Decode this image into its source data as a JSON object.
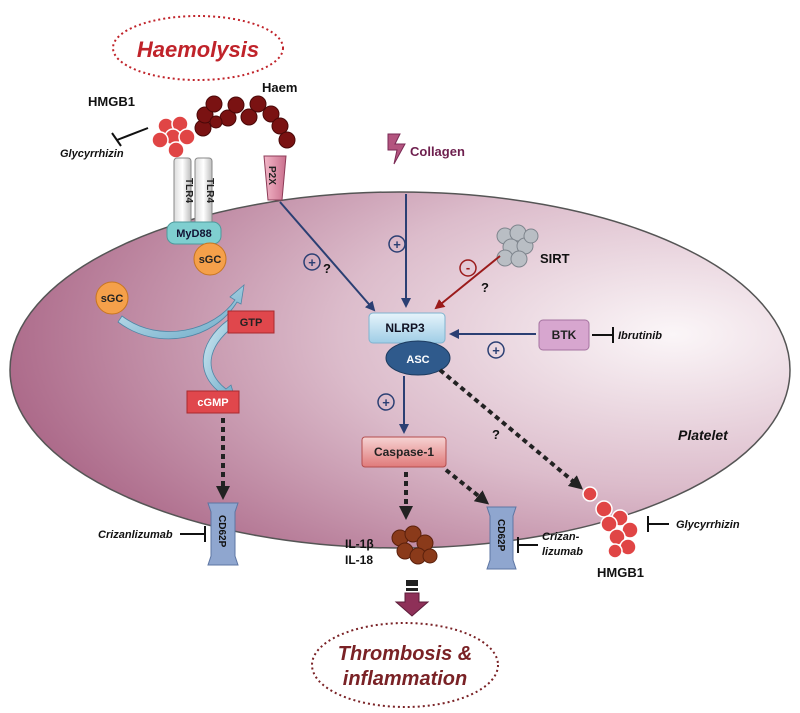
{
  "top_oval": {
    "label": "Haemolysis",
    "color": "#c0232a"
  },
  "bottom_oval": {
    "line1": "Thrombosis &",
    "line2": "inflammation",
    "color": "#7a2226"
  },
  "cell": {
    "label": "Platelet",
    "fill": "#b46a8a"
  },
  "molecules": {
    "hmgb1_top": "HMGB1",
    "haem": "Haem",
    "glycyrrhizin_top": "Glycyrrhizin",
    "tlr4_a": "TLR4",
    "tlr4_b": "TLR4",
    "myd88": "MyD88",
    "sgc_top": "sGC",
    "sgc_left": "sGC",
    "gtp": "GTP",
    "cgmp": "cGMP",
    "p2x": "P2X",
    "collagen": "Collagen",
    "sirt": "SIRT",
    "nlrp3": "NLRP3",
    "asc": "ASC",
    "btk": "BTK",
    "ibrutinib": "Ibrutinib",
    "caspase1": "Caspase-1",
    "il1b": "IL-1β",
    "il18": "IL-18",
    "cd62p_left": "CD62P",
    "cd62p_mid": "CD62P",
    "crizanlizumab_left": "Crizanlizumab",
    "crizan_line1": "Crizan-",
    "crizan_line2": "lizumab",
    "glycyrrhizin_right": "Glycyrrhizin",
    "hmgb1_right": "HMGB1"
  },
  "signs": {
    "plus": "+",
    "minus": "-",
    "question": "?"
  },
  "colors": {
    "arrow_blue": "#2b3f73",
    "arrow_red": "#9b1b1b",
    "haem_dark": "#7a1212",
    "hmgb1_red": "#e04545",
    "gtp_red": "#e0474c",
    "sgc_orange": "#f5a04a",
    "myd88_teal": "#7fcfd0",
    "nlrp3_blue": "#bfe0f0",
    "asc_navy": "#2f5a8c",
    "btk_pink": "#d7a6cf",
    "cd62p_blue": "#8fa6cf",
    "il_brown": "#8a3a1a"
  }
}
